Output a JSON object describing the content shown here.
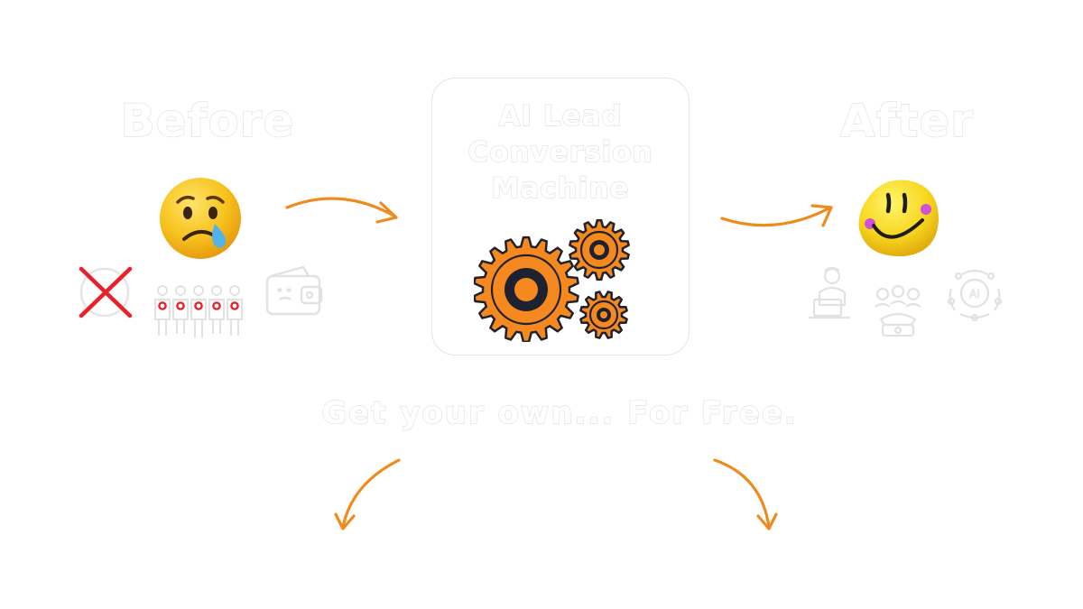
{
  "before": {
    "title": "Before"
  },
  "machine": {
    "title_lines": [
      "AI Lead",
      "Conversion",
      "Machine"
    ]
  },
  "after": {
    "title": "After",
    "robot_badge_text": "AI"
  },
  "cta": {
    "text": "Get your own... For Free."
  },
  "colors": {
    "accent_orange": "#f08a1c",
    "gear_orange": "#f5891f",
    "gear_outline": "#1e2230",
    "reject_red": "#e8202a",
    "emoji_yellow": "#f7c31d",
    "tear_blue": "#52b3ea",
    "cheek_pink": "#d34fd6",
    "ghost_outline": "#e3e3e3"
  },
  "icons": [
    "sad-crying-face-icon",
    "rejected-x-icon",
    "lost-leads-people-icon",
    "empty-wallet-icon",
    "gears-icon",
    "smiley-face-icon",
    "office-worker-icon",
    "phone-support-icon",
    "ai-brain-icon",
    "arrow-right-icon",
    "arrow-down-left-icon",
    "arrow-down-right-icon"
  ]
}
